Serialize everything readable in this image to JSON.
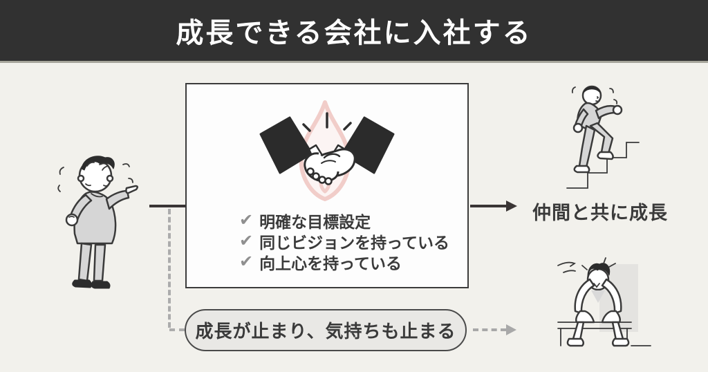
{
  "header": {
    "title": "成長できる会社に入社する"
  },
  "center_box": {
    "illustration": "handshake-with-flame",
    "checklist": {
      "check_glyph": "✔",
      "items": [
        "明確な目標設定",
        "同じビジョンを持っている",
        "向上心を持っている"
      ]
    }
  },
  "flows": {
    "positive_result": "仲間と共に成長",
    "negative_result": "成長が止まり、気持ちも止まる"
  },
  "illustrations": {
    "left": "worried-person-pointing",
    "top_right": "person-climbing-stairs",
    "bottom_right": "person-head-in-hands-on-bench"
  },
  "colors": {
    "header_bg": "#313131",
    "header_text": "#ffffff",
    "canvas_bg": "#f2f1ec",
    "box_bg": "#fdfdfd",
    "box_border": "#3b3b3b",
    "pill_bg": "#e9e8e5",
    "pill_border": "#4a4a4a",
    "text_dark": "#3a3a3a",
    "check_gray": "#8f8f8f",
    "solid_line": "#3a3535",
    "dashed_line": "#acacac",
    "flame_outline_pink": "#f1cdc9",
    "flame_fill": "#fcf4f3",
    "cloth_gray": "#d6d6d6",
    "suit_dark": "#2b2b2b"
  }
}
